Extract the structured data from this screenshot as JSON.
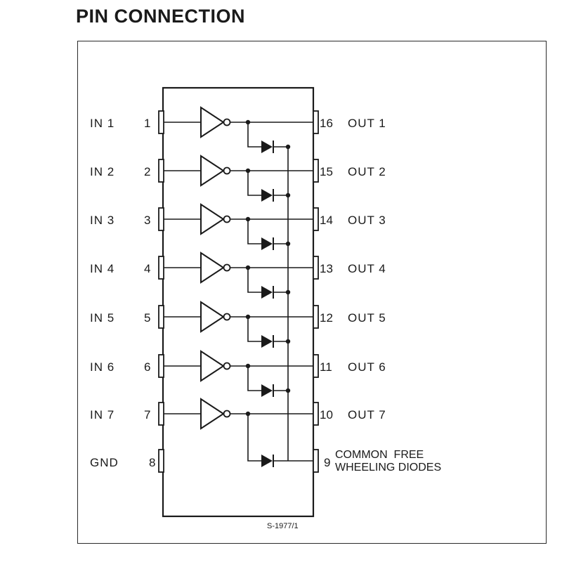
{
  "title": "PIN CONNECTION",
  "figure_ref": "S-1977/1",
  "inputs": [
    {
      "label": "IN 1",
      "pin": "1"
    },
    {
      "label": "IN 2",
      "pin": "2"
    },
    {
      "label": "IN 3",
      "pin": "3"
    },
    {
      "label": "IN 4",
      "pin": "4"
    },
    {
      "label": "IN 5",
      "pin": "5"
    },
    {
      "label": "IN 6",
      "pin": "6"
    },
    {
      "label": "IN 7",
      "pin": "7"
    }
  ],
  "gnd": {
    "label": "GND",
    "pin": "8"
  },
  "outputs": [
    {
      "label": "OUT 1",
      "pin": "16"
    },
    {
      "label": "OUT 2",
      "pin": "15"
    },
    {
      "label": "OUT 3",
      "pin": "14"
    },
    {
      "label": "OUT 4",
      "pin": "13"
    },
    {
      "label": "OUT 5",
      "pin": "12"
    },
    {
      "label": "OUT 6",
      "pin": "11"
    },
    {
      "label": "OUT 7",
      "pin": "10"
    }
  ],
  "common": {
    "pin": "9",
    "line1": "COMMON  FREE",
    "line2": "WHEELING DIODES"
  }
}
